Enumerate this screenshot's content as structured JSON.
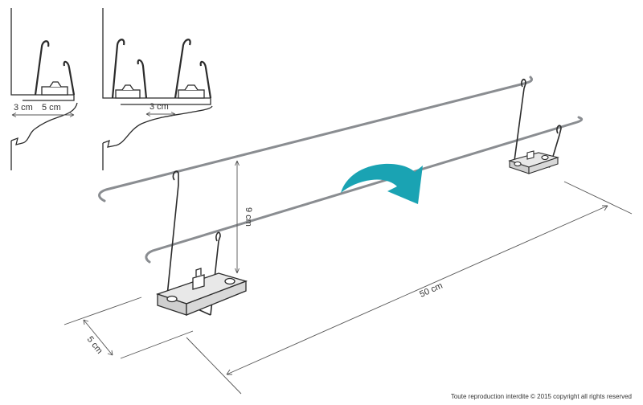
{
  "labels": {
    "inset_left_a": "3 cm",
    "inset_left_b": "5 cm",
    "inset_right": "3 cm",
    "height": "9 cm",
    "length": "50 cm",
    "depth": "5 cm"
  },
  "copyright": "Toute reproduction interdite © 2015 copyright all rights reserved",
  "colors": {
    "rod": "#8a8d91",
    "wire": "#2b2b2b",
    "arrow": "#1aa3b3",
    "line": "#555555"
  },
  "icons": {
    "rotate": "curved-rotation-arrow-icon"
  }
}
